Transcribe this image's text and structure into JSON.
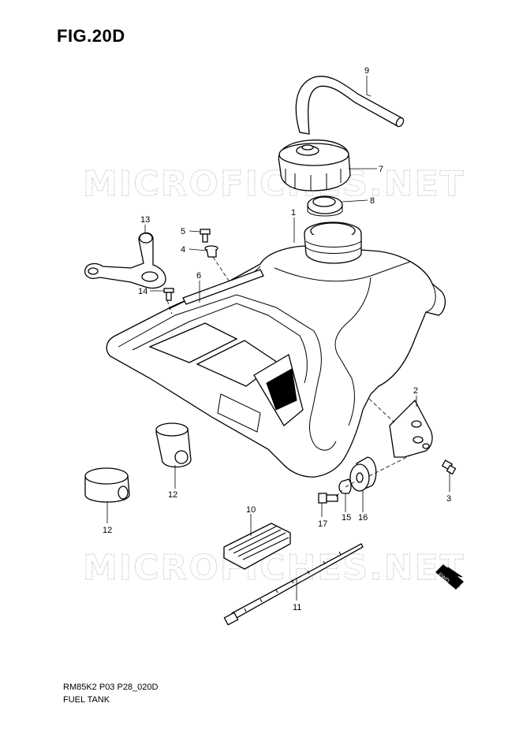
{
  "figure": {
    "title": "FIG.20D",
    "code": "RM85K2 P03 P28_020D",
    "name": "FUEL TANK"
  },
  "watermark": "MICROFICHES.NET",
  "fwd_label": "FWD",
  "callouts": [
    {
      "id": "c1",
      "label": "1"
    },
    {
      "id": "c2",
      "label": "2"
    },
    {
      "id": "c3",
      "label": "3"
    },
    {
      "id": "c4",
      "label": "4"
    },
    {
      "id": "c5",
      "label": "5"
    },
    {
      "id": "c6",
      "label": "6"
    },
    {
      "id": "c7",
      "label": "7"
    },
    {
      "id": "c8",
      "label": "8"
    },
    {
      "id": "c9",
      "label": "9"
    },
    {
      "id": "c10",
      "label": "10"
    },
    {
      "id": "c11",
      "label": "11"
    },
    {
      "id": "c12a",
      "label": "12"
    },
    {
      "id": "c12b",
      "label": "12"
    },
    {
      "id": "c13",
      "label": "13"
    },
    {
      "id": "c14",
      "label": "14"
    },
    {
      "id": "c15",
      "label": "15"
    },
    {
      "id": "c16",
      "label": "16"
    },
    {
      "id": "c17",
      "label": "17"
    }
  ]
}
